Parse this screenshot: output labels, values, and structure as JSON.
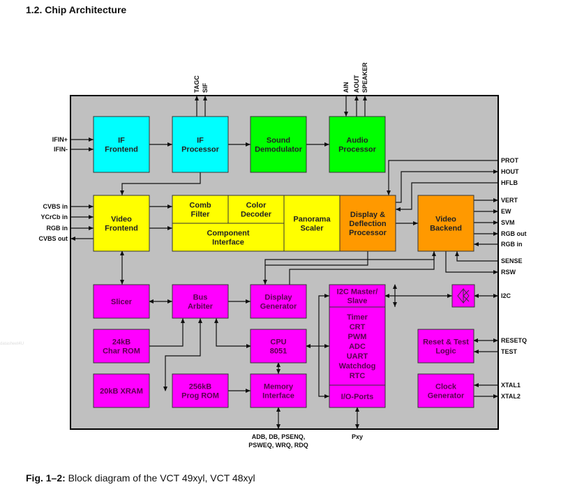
{
  "heading": "1.2. Chip Architecture",
  "caption": {
    "label": "Fig. 1–2:",
    "text": " Block diagram of the VCT 49xyl, VCT 48xyl"
  },
  "watermark": "datasheet4U",
  "colors": {
    "cyan": "#00ffff",
    "green": "#00ff00",
    "yellow": "#ffff00",
    "orange": "#ff9900",
    "magenta": "#ff00ff",
    "chip": "#c0c0c0"
  },
  "blocks": {
    "if_frontend": [
      "IF",
      "Frontend"
    ],
    "if_processor": [
      "IF",
      "Processor"
    ],
    "sound_demod": [
      "Sound",
      "Demodulator"
    ],
    "audio_proc": [
      "Audio",
      "Processor"
    ],
    "video_frontend": [
      "Video",
      "Frontend"
    ],
    "comb_filter": [
      "Comb",
      "Filter"
    ],
    "color_decoder": [
      "Color",
      "Decoder"
    ],
    "component_if": [
      "Component",
      "Interface"
    ],
    "panorama": [
      "Panorama",
      "Scaler"
    ],
    "display_defl": [
      "Display &",
      "Deflection",
      "Processor"
    ],
    "video_backend": [
      "Video",
      "Backend"
    ],
    "slicer": [
      "Slicer"
    ],
    "bus_arbiter": [
      "Bus",
      "Arbiter"
    ],
    "display_gen": [
      "Display",
      "Generator"
    ],
    "i2c_master": [
      "I2C Master/",
      "Slave"
    ],
    "peripherals": [
      "Timer",
      "CRT",
      "PWM",
      "ADC",
      "UART",
      "Watchdog",
      "RTC"
    ],
    "io_ports": [
      "I/O-Ports"
    ],
    "char_rom": [
      "24kB",
      "Char ROM"
    ],
    "cpu": [
      "CPU",
      "8051"
    ],
    "xram": [
      "20kB XRAM"
    ],
    "prog_rom": [
      "256kB",
      "Prog ROM"
    ],
    "mem_if": [
      "Memory",
      "Interface"
    ],
    "reset_test": [
      "Reset & Test",
      "Logic"
    ],
    "clock_gen": [
      "Clock",
      "Generator"
    ]
  },
  "pins": {
    "top": [
      "TAGC",
      "SIF",
      "AIN",
      "AOUT",
      "SPEAKER"
    ],
    "left": [
      "IFIN+",
      "IFIN-",
      "CVBS in",
      "YCrCb in",
      "RGB in",
      "CVBS out"
    ],
    "right": [
      "PROT",
      "HOUT",
      "HFLB",
      "VERT",
      "EW",
      "SVM",
      "RGB out",
      "RGB in",
      "SENSE",
      "RSW",
      "I2C",
      "RESETQ",
      "TEST",
      "XTAL1",
      "XTAL2"
    ],
    "bottom_mem": [
      "ADB, DB, PSENQ,",
      "PSWEQ, WRQ, RDQ"
    ],
    "bottom_io": "Pxy"
  }
}
